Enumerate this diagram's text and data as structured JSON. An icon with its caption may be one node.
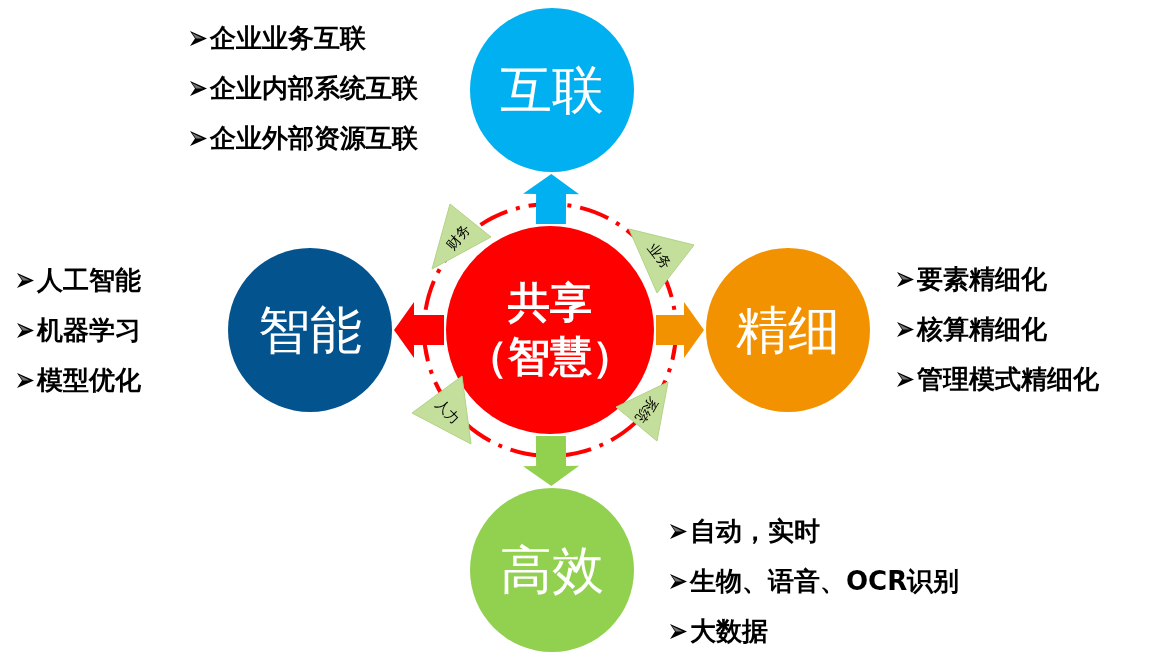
{
  "diagram": {
    "nodes": [
      {
        "text": [
          "互联"
        ],
        "beside": [
          "企业业务互联",
          "企业内部系统互联",
          "企业外部资源互联"
        ]
      },
      {
        "text": [
          "财务"
        ]
      },
      {
        "text": [
          "业务"
        ]
      },
      {
        "text": [
          "智能"
        ],
        "beside": [
          "人工智能",
          "机器学习",
          "模型优化"
        ]
      },
      {
        "text": [
          "共享",
          "（智慧）"
        ]
      },
      {
        "text": [
          "精细"
        ],
        "beside": [
          "要素精细化",
          "核算精细化",
          "管理模式精细化"
        ]
      },
      {
        "text": [
          "人力"
        ]
      },
      {
        "text": [
          "系统"
        ]
      },
      {
        "text": [
          "高效"
        ],
        "beside": [
          "自动，实时",
          "生物、语音、OCR识别",
          "大数据"
        ]
      }
    ],
    "edges": [
      {
        "from": 4,
        "to": 0,
        "arrow": "to",
        "color": "#00b0f0"
      },
      {
        "from": 4,
        "to": 3,
        "arrow": "to",
        "color": "#ff0000"
      },
      {
        "from": 4,
        "to": 5,
        "arrow": "to",
        "color": "#f39200"
      },
      {
        "from": 4,
        "to": 8,
        "arrow": "to",
        "color": "#92d050"
      }
    ]
  }
}
